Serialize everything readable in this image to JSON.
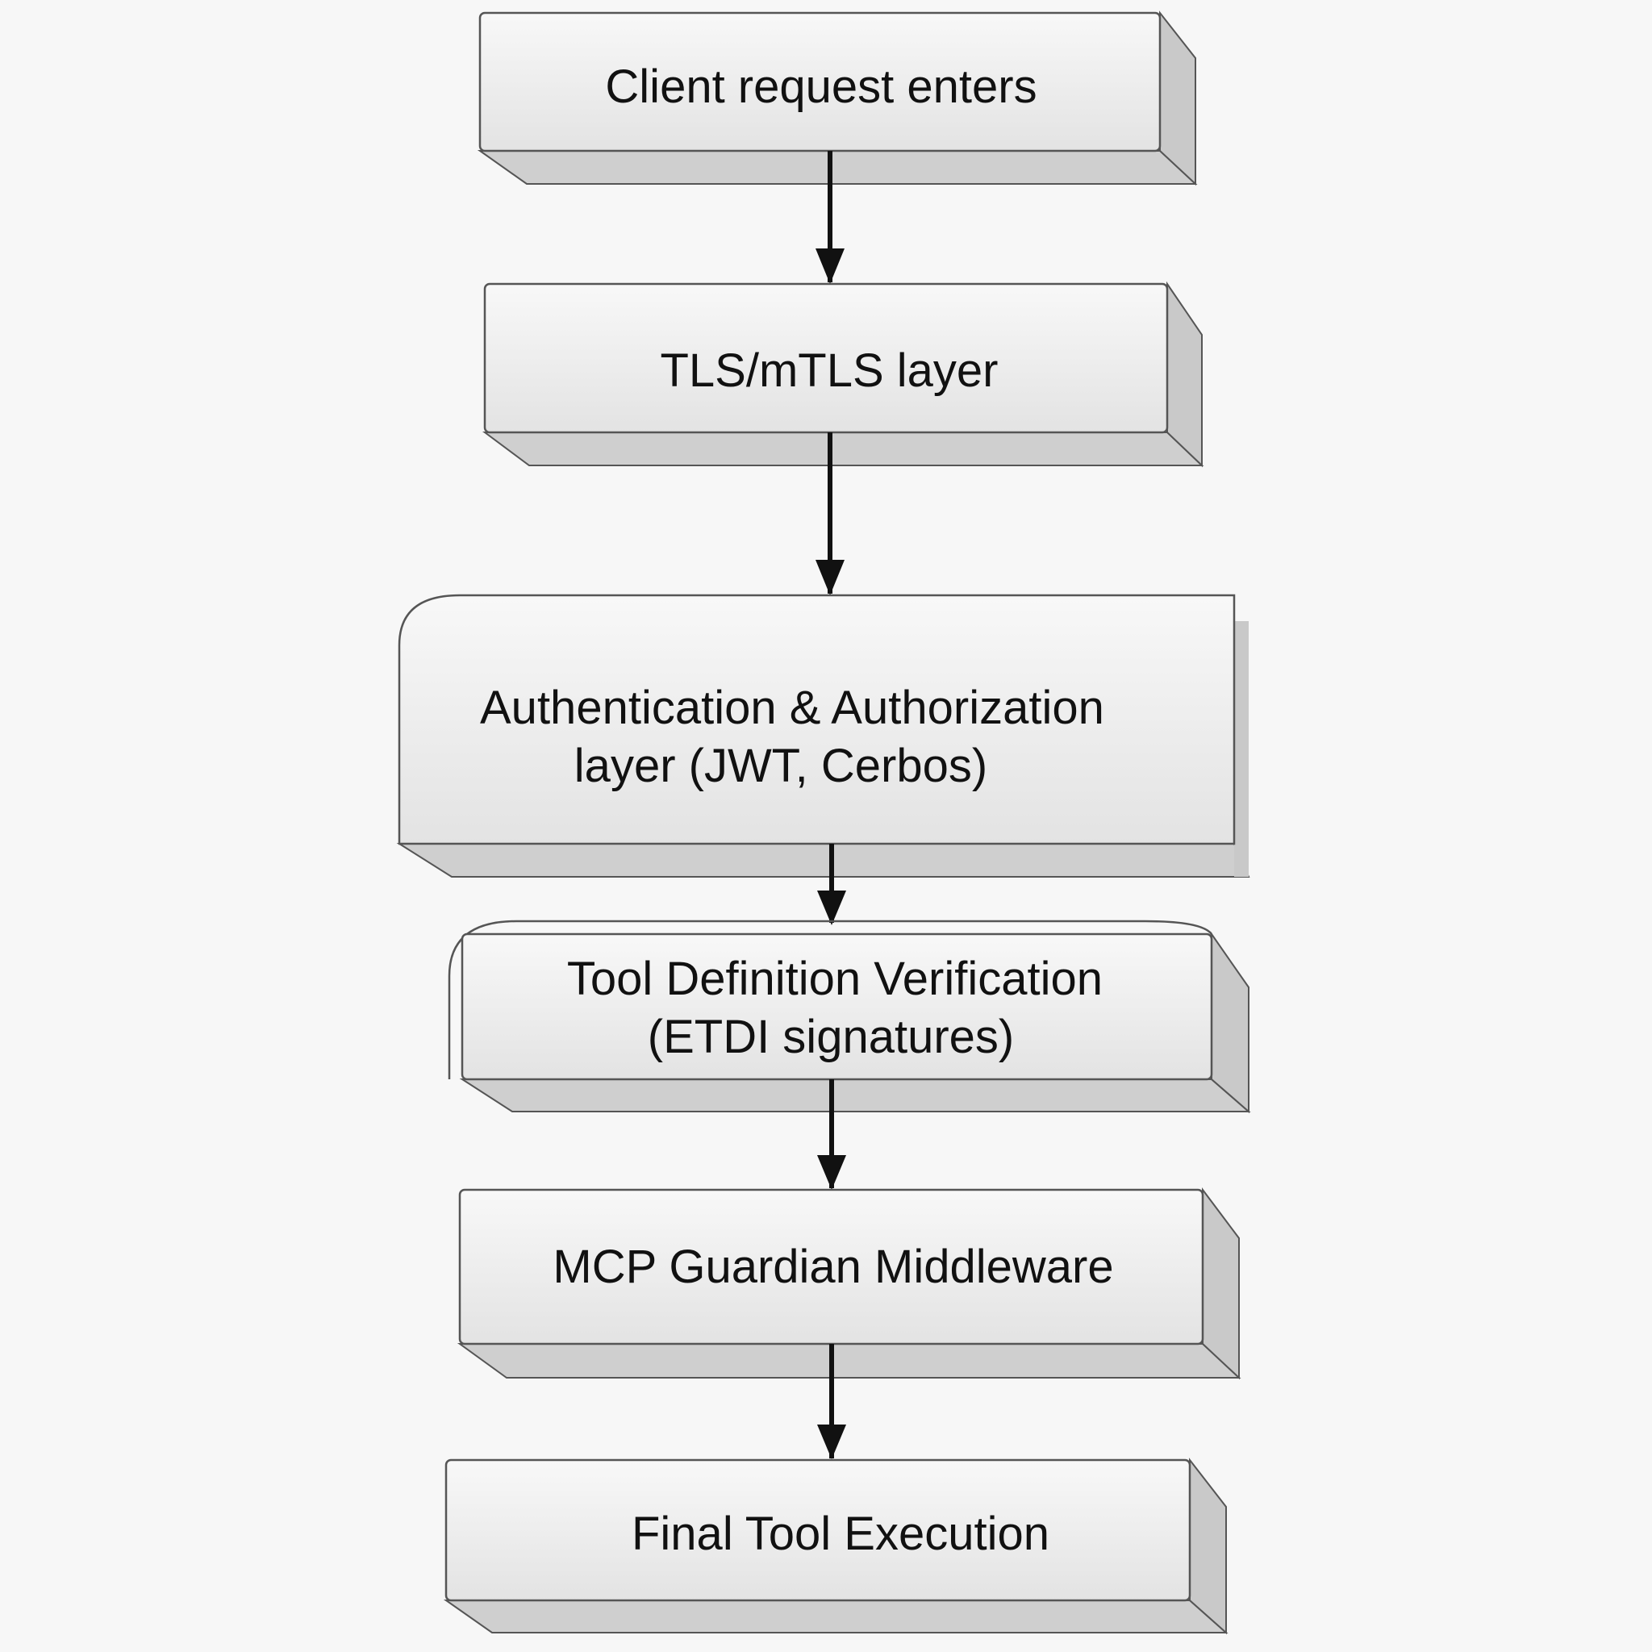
{
  "diagram": {
    "steps": [
      {
        "lines": [
          "Client request enters"
        ]
      },
      {
        "lines": [
          "TLS/mTLS layer"
        ]
      },
      {
        "lines": [
          "Authentication & Authorization",
          "layer (JWT, Cerbos)"
        ]
      },
      {
        "lines": [
          "Tool Definition Verification",
          "(ETDI signatures)"
        ]
      },
      {
        "lines": [
          "MCP Guardian Middleware"
        ]
      },
      {
        "lines": [
          "Final Tool Execution"
        ]
      }
    ],
    "colors": {
      "background": "#f7f7f7",
      "box_face_top": "#f8f8f8",
      "box_face_bottom": "#e4e4e4",
      "box_side": "#c9c9c9",
      "box_bottom": "#cfcfcf",
      "outline": "#555555",
      "arrow": "#111111",
      "text": "#111111"
    }
  }
}
